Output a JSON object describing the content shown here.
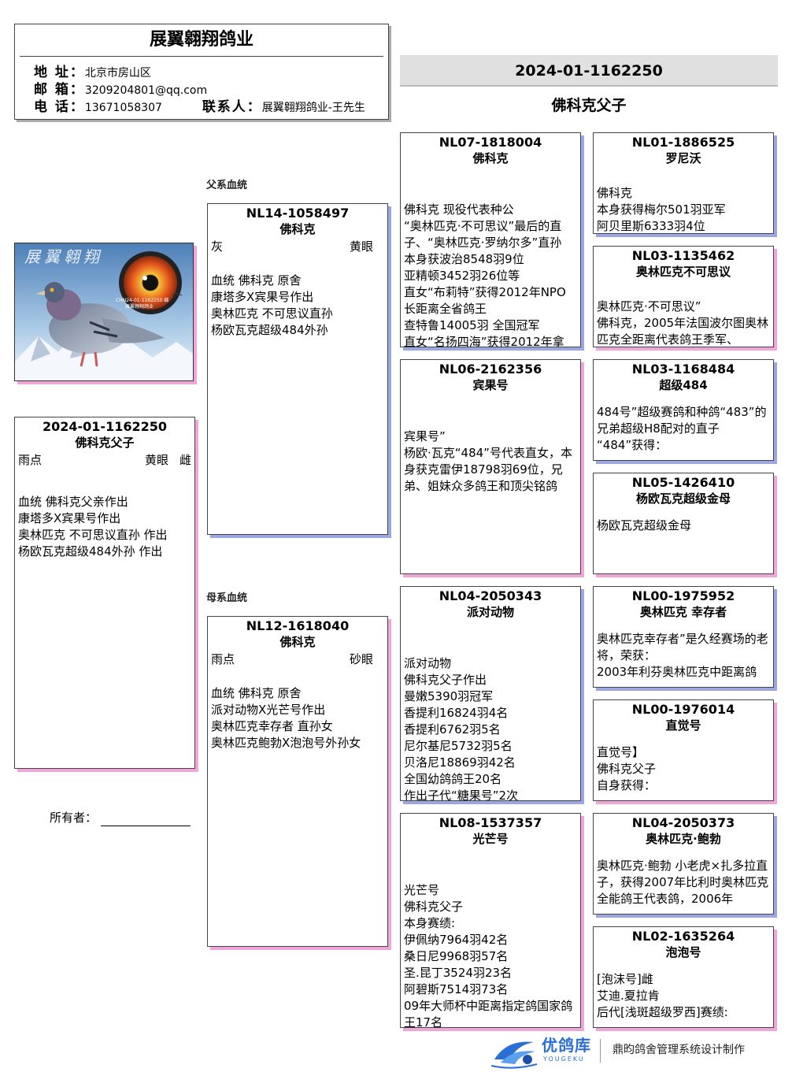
{
  "header": {
    "loft_name": "展翼翱翔鸽业",
    "address_label": "地 址：",
    "address": "北京市房山区",
    "email_label": "邮 箱：",
    "email": "3209204801@qq.com",
    "phone_label": "电 话：",
    "phone": "13671058307",
    "contact_label": "联系人：",
    "contact": "展翼翱翔鸽业-王先生"
  },
  "title": {
    "ring": "2024-01-1162250",
    "name": "佛科克父子"
  },
  "labels": {
    "sire_line": "父系血统",
    "dam_line": "母系血统",
    "owner": "所有者："
  },
  "subject": {
    "ring": "2024-01-1162250",
    "name": "佛科克父子",
    "color": "雨点",
    "eye": "黄眼",
    "sex": "雌",
    "notes": "血统 佛科克父亲作出\n康塔多X宾果号作出\n奥林匹克 不可思议直孙 作出\n杨欧瓦克超级484外孙 作出",
    "photo_caption": "CHN24-01-1162250 雌",
    "photo_sub": "展翼翱翔鸽业"
  },
  "sire": {
    "ring": "NL14-1058497",
    "name": "佛科克",
    "color": "灰",
    "eye": "黄眼",
    "notes": "血统 佛科克 原舍\n康塔多X宾果号作出\n奥林匹克 不可思议直孙\n杨欧瓦克超级484外孙"
  },
  "dam": {
    "ring": "NL12-1618040",
    "name": "佛科克",
    "color": "雨点",
    "eye": "砂眼",
    "notes": "血统 佛科克 原舍\n派对动物X光芒号作出\n奥林匹克幸存者 直孙女\n奥林匹克鲍勃X泡泡号外孙女"
  },
  "grandparents": [
    {
      "ring": "NL07-1818004",
      "name": "佛科克",
      "notes": "佛科克 现役代表种公\n“奥林匹克·不可思议”最后的直子、“奥林匹克·罗纳尔多”直孙\n本身获波治8548羽9位\n亚精顿3452羽26位等\n直女“布莉特”获得2012年NPO长距离全省鸽王\n查特鲁14005羽 全国冠军\n直女“名扬四海”获得2012年拿"
    },
    {
      "ring": "NL06-2162356",
      "name": "宾果号",
      "notes": "宾果号”\n杨欧·瓦克“484”号代表直女，本身获克雷伊18798羽69位，兄弟、姐妹众多鸽王和顶尖铭鸽"
    },
    {
      "ring": "NL04-2050343",
      "name": "派对动物",
      "notes": "派对动物\n佛科克父子作出\n曼嫩5390羽冠军\n香提利16824羽4名\n香提利6762羽5名\n尼尔基尼5732羽5名\n贝洛尼18869羽42名\n全国幼鸽鸽王20名\n作出子代“糖果号”2次"
    },
    {
      "ring": "NL08-1537357",
      "name": "光芒号",
      "notes": "光芒号\n佛科克父子\n本身赛绩:\n伊佩纳7964羽42名\n桑日尼9968羽57名\n圣.昆丁3524羽23名\n阿碧斯7514羽73名\n09年大师杯中距离指定鸽国家鸽王17名"
    }
  ],
  "great_grandparents": [
    {
      "ring": "NL01-1886525",
      "name": "罗尼沃",
      "notes": "佛科克\n本身获得梅尔501羽亚军\n阿贝里斯6333羽4位"
    },
    {
      "ring": "NL03-1135462",
      "name": "奥林匹克不可思议",
      "notes": "奥林匹克·不可思议”\n佛科克，2005年法国波尔图奥林匹克全距离代表鸽王季军、"
    },
    {
      "ring": "NL03-1168484",
      "name": "超级484",
      "notes": "484号”超级赛鸽和种鸽“483”的兄弟超级H8配对的直子\n“484”获得："
    },
    {
      "ring": "NL05-1426410",
      "name": "杨欧瓦克超级金母",
      "notes": "杨欧瓦克超级金母"
    },
    {
      "ring": "NL00-1975952",
      "name": "奥林匹克 幸存者",
      "notes": "奥林匹克幸存者”是久经赛场的老将，荣获：\n2003年利芬奥林匹克中距离鸽"
    },
    {
      "ring": "NL00-1976014",
      "name": "直觉号",
      "notes": "直觉号】\n佛科克父子\n自身获得："
    },
    {
      "ring": "NL04-2050373",
      "name": "奥林匹克·鲍勃",
      "notes": "奥林匹克·鲍勃  小老虎×扎多拉直子，获得2007年比利时奥林匹克全能鸽王代表鸽，2006年"
    },
    {
      "ring": "NL02-1635264",
      "name": "泡泡号",
      "notes": "[泡沫号]雌\n艾迪.夏拉肯\n后代[浅斑超级罗西]赛绩:"
    }
  ],
  "footer": {
    "brand": "优鸽库",
    "brand_en": "YOUGEKU",
    "credit": "鼎昀鸽舍管理系统设计制作"
  },
  "colors": {
    "shadow_blue": "#9aa6e6",
    "shadow_pink": "#f0a6d8",
    "title_bar": "#e0e0e0",
    "brand": "#2b6fd6"
  }
}
